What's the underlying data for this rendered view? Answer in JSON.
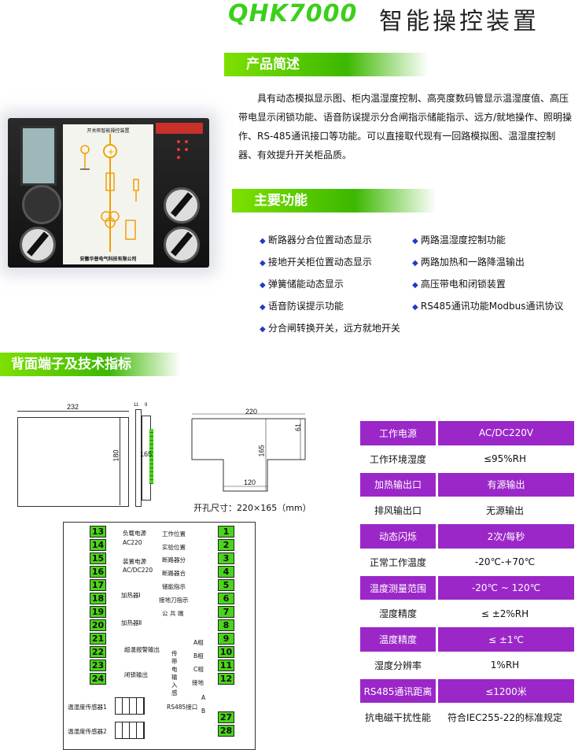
{
  "header": {
    "model": "QHK7000",
    "title": "智能操控装置"
  },
  "overview": {
    "heading": "产品简述",
    "text": "具有动态模拟显示图、柜内温湿度控制、高亮度数码管显示温湿度值、高压带电显示闭锁功能、语音防误提示分合闸指示储能指示、远方/就地操作、照明操作、RS-485通讯接口等功能。可以直接取代现有一回路模拟图、温湿度控制器、有效提升开关柜品质。"
  },
  "device": {
    "panel_title": "开关柜智能操控装置",
    "company": "安徽华普电气科技有限公司"
  },
  "features": {
    "heading": "主要功能",
    "left": [
      "断路器分合位置动态显示",
      "接地开关柜位置动态显示",
      "弹簧储能动态显示",
      "语音防误提示功能",
      "分合闸转换开关，远方就地开关"
    ],
    "right": [
      "两路温湿度控制功能",
      "两路加热和一路降温输出",
      "高压带电和闭锁装置",
      "RS485通讯功能Modbus通讯协议"
    ]
  },
  "back": {
    "heading": "背面端子及技术指标",
    "dims": {
      "width": "232",
      "height": "180",
      "depth_a": "11",
      "depth_b": "9",
      "side_h": "165",
      "cut_w": "220",
      "cut_h": "165",
      "cut_top": "61",
      "cut_bottom": "120"
    },
    "cutout_caption": "开孔尺寸：220×165（mm）"
  },
  "terminals": {
    "left": [
      "13",
      "14",
      "15",
      "16",
      "17",
      "18",
      "19",
      "20",
      "21",
      "22",
      "23",
      "24"
    ],
    "right": [
      "1",
      "2",
      "3",
      "4",
      "5",
      "6",
      "7",
      "8",
      "9",
      "10",
      "11",
      "12",
      "27",
      "28"
    ],
    "left_labels": [
      "负载电源",
      "AC220",
      "装置电源",
      "AC/DC220",
      "加热器Ⅰ",
      "加热器Ⅱ",
      "超温报警输出",
      "闭锁输出"
    ],
    "right_labels": [
      "工作位置",
      "实验位置",
      "断路器分",
      "断路器合",
      "储能指示",
      "接地刀指示",
      "公 共 端"
    ],
    "phase_labels": [
      "A相",
      "B相",
      "C相",
      "接地"
    ],
    "sensor_vertical": "传 带 电 输 入 感",
    "rs485_label": "RS485接口",
    "rs485_a": "A",
    "rs485_b": "B",
    "sensor1": "温湿度传感器1",
    "sensor2": "温湿度传感器2"
  },
  "specs": [
    {
      "key": "工作电源",
      "value": "AC/DC220V",
      "highlight": true
    },
    {
      "key": "工作环境湿度",
      "value": "≤95%RH",
      "highlight": false
    },
    {
      "key": "加热输出口",
      "value": "有源输出",
      "highlight": true
    },
    {
      "key": "排风输出口",
      "value": "无源输出",
      "highlight": false
    },
    {
      "key": "动态闪烁",
      "value": "2次/每秒",
      "highlight": true
    },
    {
      "key": "正常工作温度",
      "value": "-20℃-+70℃",
      "highlight": false
    },
    {
      "key": "温度测量范围",
      "value": "-20℃ ~ 120℃",
      "highlight": true
    },
    {
      "key": "湿度精度",
      "value": "≤ ±2%RH",
      "highlight": false
    },
    {
      "key": "温度精度",
      "value": "≤ ±1℃",
      "highlight": true
    },
    {
      "key": "湿度分辨率",
      "value": "1%RH",
      "highlight": false
    },
    {
      "key": "RS485通讯距离",
      "value": "≤1200米",
      "highlight": true
    },
    {
      "key": "抗电磁干扰性能",
      "value": "符合IEC255-22的标准规定",
      "highlight": false
    }
  ],
  "colors": {
    "accent_green": "#3cb800",
    "spec_purple": "#9b27c8",
    "terminal_green": "#4bd41c",
    "bullet_blue": "#1a3cc9"
  }
}
